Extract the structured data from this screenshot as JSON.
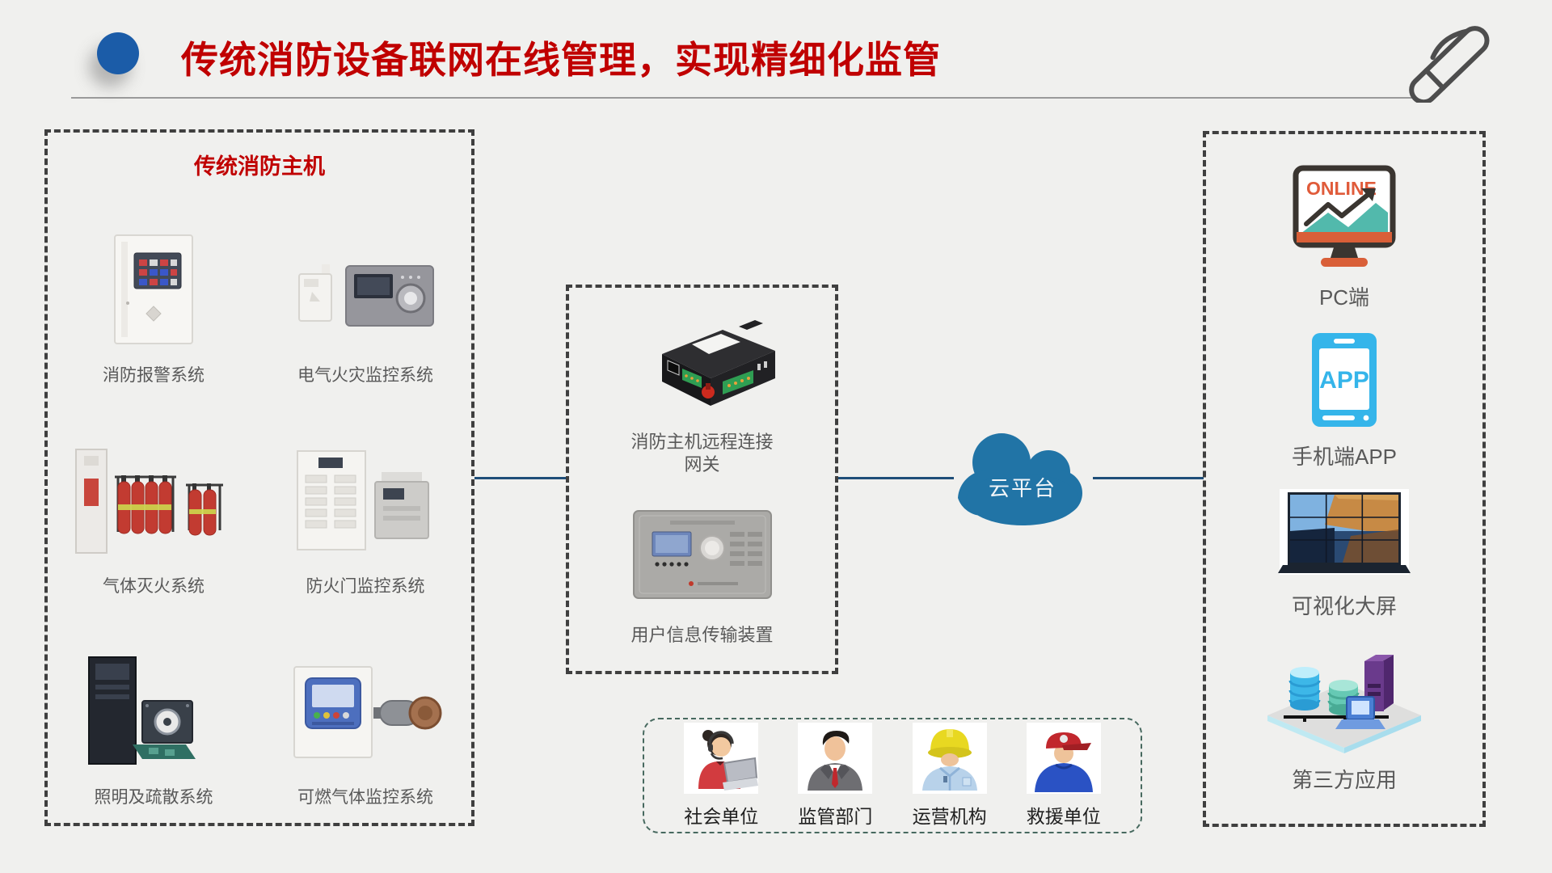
{
  "header": {
    "title": "传统消防设备联网在线管理，实现精细化监管"
  },
  "left_box": {
    "title": "传统消防主机",
    "items": [
      {
        "label": "消防报警系统",
        "icon": "fire-alarm-panel-icon"
      },
      {
        "label": "电气火灾监控系统",
        "icon": "electrical-fire-monitor-icon"
      },
      {
        "label": "气体灭火系统",
        "icon": "gas-extinguishing-icon"
      },
      {
        "label": "防火门监控系统",
        "icon": "fire-door-monitor-icon"
      },
      {
        "label": "照明及疏散系统",
        "icon": "lighting-evacuation-icon"
      },
      {
        "label": "可燃气体监控系统",
        "icon": "combustible-gas-monitor-icon"
      }
    ]
  },
  "gateway_box": {
    "items": [
      {
        "label": "消防主机远程连接\n网关",
        "icon": "remote-gateway-device-icon"
      },
      {
        "label": "用户信息传输装置",
        "icon": "user-info-transmission-device-icon"
      }
    ]
  },
  "cloud": {
    "label": "云平台"
  },
  "right_box": {
    "items": [
      {
        "label": "PC端",
        "icon": "online-monitor-icon",
        "icon_text": "ONLINE"
      },
      {
        "label": "手机端APP",
        "icon": "app-phone-icon",
        "icon_text": "APP"
      },
      {
        "label": "可视化大屏",
        "icon": "video-wall-icon"
      },
      {
        "label": "第三方应用",
        "icon": "third-party-systems-icon"
      }
    ]
  },
  "stakeholders_box": {
    "items": [
      {
        "label": "社会单位",
        "icon": "support-agent-icon"
      },
      {
        "label": "监管部门",
        "icon": "official-person-icon"
      },
      {
        "label": "运营机构",
        "icon": "construction-worker-icon"
      },
      {
        "label": "救援单位",
        "icon": "rescue-person-icon"
      }
    ]
  },
  "colors": {
    "title_red": "#c00000",
    "accent_blue": "#1b5ca8",
    "cloud_blue": "#2174a6",
    "connector_navy": "#1f4e79",
    "box_border": "#3f3f3f",
    "stakeholder_border": "#47695f",
    "label_gray": "#595959"
  }
}
